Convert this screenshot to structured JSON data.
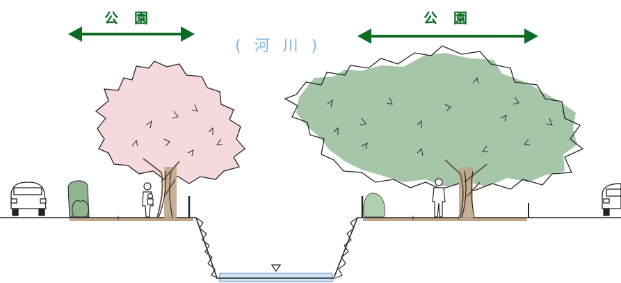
{
  "labels": {
    "left_park": "公 園",
    "right_park": "公 園",
    "river": "( 河 川 )"
  },
  "colors": {
    "arrow": "#0b6b23",
    "river_text": "#7fb3e0",
    "cherry_tree": "#f6d9dd",
    "green_tree": "#7fae84",
    "ground_strip": "#bfa68a",
    "water": "#cfe4f5"
  },
  "icons": [
    "car-icon",
    "shrub-icon",
    "person-with-child-icon",
    "person-icon",
    "water-level-icon"
  ]
}
